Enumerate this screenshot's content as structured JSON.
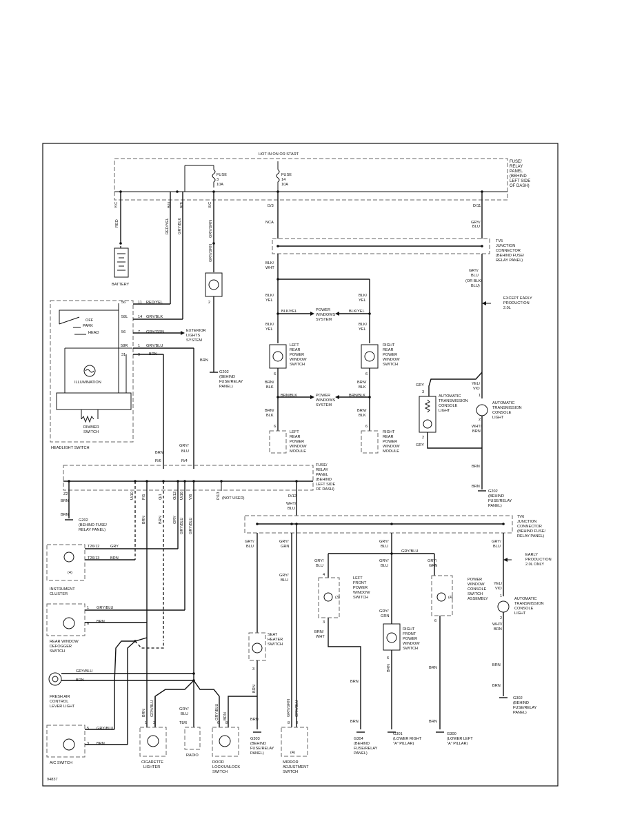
{
  "diagram_id": "94837",
  "fuse_panel_top": {
    "header": "HOT IN ON OR START",
    "title": "FUSE/ RELAY PANEL (BEHIND LEFT SIDE OF DASH)",
    "fuse3": "FUSE 3 10A",
    "fuse14": "FUSE 14 10A",
    "pins": {
      "y_c": "Y/C",
      "b_u": "B/U",
      "r_8": "R/8",
      "x_c": "X/C",
      "d_3": "D/3",
      "d_11": "D/11"
    }
  },
  "wires": {
    "red": "RED",
    "red_yel": "RED/ YEL",
    "gry_blk": "GRY/ BLK",
    "gry_grn": "GRY/ GRN",
    "nca": "NCA",
    "gry_blu": "GRY/ BLU",
    "blk_wht": "BLK/ WHT",
    "brn": "BRN",
    "blk_yel": "BLK/ YEL",
    "brn_blk": "BRN/ BLK",
    "gry_blu_or": "GRY/ BLU (OR BLK/ BLU)",
    "yel_vio": "YEL/ VIO",
    "wht_brn": "WHT/ BRN",
    "gry": "GRY",
    "brn_wht": "BRN/ WHT",
    "gry_grn2": "GRY/ GRN"
  },
  "components": {
    "battery": "BATTERY",
    "headlight_switch": "HEADLIGHT SWITCH",
    "illumination": "ILLUMINATION",
    "dimmer_switch": "DIMMER SWITCH",
    "off": "OFF",
    "park": "PARK",
    "head": "HEAD",
    "exterior_lights": "EXTERIOR LIGHTS SYSTEM",
    "g202_a": "G202 (BEHIND FUSE/RELAY PANEL)",
    "tv5": "TV5 JUNCTION CONNECTOR (BEHIND FUSE/ RELAY PANEL)",
    "except_early": "EXCEPT EARLY PRODUCTION 2.0L",
    "power_windows_system": "POWER WINDOWS SYSTEM",
    "left_rear_switch": "LEFT REAR POWER WINDOW SWITCH",
    "right_rear_switch": "RIGHT REAR POWER WINDOW SWITCH",
    "left_rear_module": "LEFT REAR POWER WINDOW MODULE",
    "right_rear_module": "RIGHT REAR POWER WINDOW MODULE",
    "atcl_upper": "AUTOMATIC TRANSMISSION CONSOLE LIGHT",
    "g202_b": "G202 (BEHIND FUSE/RELAY PANEL)",
    "fuse_panel_mid": "FUSE/ RELAY PANEL (BEHIND LEFT SIDE OF DASH)",
    "not_used": "(NOT USED)",
    "g202_c": "G202 (BEHIND FUSE/ RELAY PANEL)",
    "tv6": "TV6 JUNCTION CONNECTOR (BEHIND FUSE/ RELAY PANEL)",
    "early_prod": "EARLY PRODUCTION 2.0L ONLY",
    "instrument_cluster": "INSTRUMENT CLUSTER",
    "rear_defogger": "REAR WINDOW DEFOGGER SWITCH",
    "fresh_air": "FRESH AIR CONTROL LEVER LIGHT",
    "ac_switch": "A/C SWITCH",
    "cigarette_lighter": "CIGARETTE LIGHTER",
    "radio": "RADIO",
    "door_lock": "DOOR LOCK/UNLOCK SWITCH",
    "seat_heater": "SEAT HEATER SWITCH",
    "g303": "G303 (BEHIND FUSE/RELAY PANEL)",
    "mirror_adj": "MIRROR ADJUSTMENT SWITCH",
    "left_front_switch": "LEFT FRONT POWER WINDOW SWITCH",
    "right_front_switch": "RIGHT FRONT POWER WINDOW SWITCH",
    "g304": "G304 (BEHIND FUSE/RELAY PANEL)",
    "g301": "G301 (LOWER RIGHT \"A\" PILLAR)",
    "pw_console": "POWER WINDOW CONSOLE SWITCH ASSEMBLY",
    "g300": "G300 (LOWER LEFT \"A\" PILLAR)",
    "atcl_lower": "AUTOMATIC TRANSMISSION CONSOLE LIGHT",
    "g302": "G302 (BEHIND FUSE/RELAY PANEL)",
    "note3": "(3)",
    "note4": "(4)"
  },
  "mid_pins": {
    "r_6": "R/6",
    "r_4": "R/4",
    "z2": "Z2",
    "u_10": "U/10",
    "p_5": "P/5",
    "q_1": "Q/1",
    "o_12": "O/12",
    "u_16": "U/16",
    "v_6": "V/6",
    "p_13": "P/13",
    "d_12": "D/12"
  },
  "cluster_pins": {
    "t_26_12": "T26/12",
    "t_26_13": "T26/13"
  },
  "t8_6": "T8/6"
}
